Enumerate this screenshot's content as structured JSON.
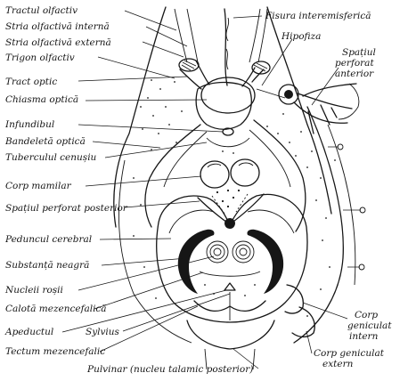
{
  "labels": {
    "tractul_olfactiv": "Tractul olfactiv",
    "stria_interna": "Stria olfactivă internă",
    "stria_externa": "Stria olfactivă externă",
    "trigon": "Trigon olfactiv",
    "tract_optic": "Tract optic",
    "chiasma": "Chiasma optică",
    "infundibul": "Infundibul",
    "bandeleta": "Bandeletă optică",
    "tubercul": "Tuberculul cenușiu",
    "corp_mamilar": "Corp mamilar",
    "spatiul_posterior": "Spațiul perforat posterior",
    "peduncul": "Peduncul cerebral",
    "substanta": "Substanță neagră",
    "nuclei": "Nucleii roșii",
    "calota": "Calotă mezencefalică",
    "apeduct_1": "Apeductul",
    "apeduct_2": "Sylvius",
    "tectum": "Tectum mezencefalic",
    "pulvinar": "Pulvinar (nucleu talamic posterior)",
    "fisura": "Fisura interemisferică",
    "hipofiza": "Hipofiza",
    "spatiul_anterior_1": "Spațiul",
    "spatiul_anterior_2": "perforat",
    "spatiul_anterior_3": "anterior",
    "geniculat_intern_1": "Corp",
    "geniculat_intern_2": "geniculat",
    "geniculat_intern_3": "intern",
    "geniculat_extern_1": "Corp geniculat",
    "geniculat_extern_2": "extern"
  }
}
